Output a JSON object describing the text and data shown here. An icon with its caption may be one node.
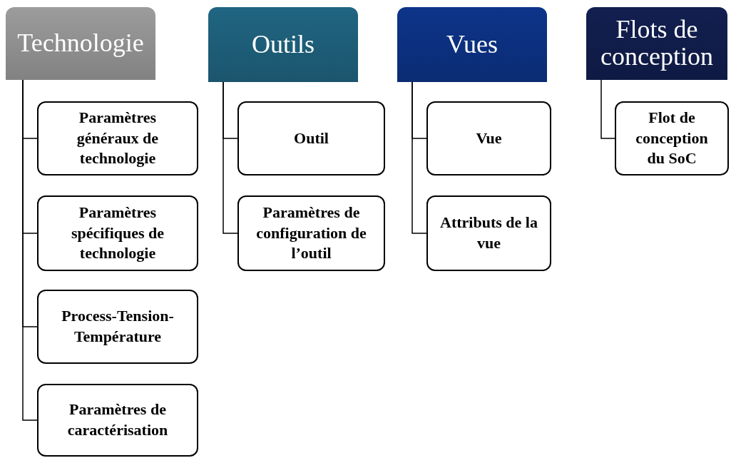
{
  "diagram": {
    "nodes": [
      {
        "text": [
          "Technologie"
        ]
      },
      {
        "text": [
          "Paramètres généraux de technologie"
        ]
      },
      {
        "text": [
          "Paramètres spécifiques de technologie"
        ]
      },
      {
        "text": [
          "Process-Tension-Température"
        ]
      },
      {
        "text": [
          "Paramètres de caractérisation"
        ]
      },
      {
        "text": [
          "Outils"
        ]
      },
      {
        "text": [
          "Outil"
        ]
      },
      {
        "text": [
          "Paramètres de configuration de l’outil"
        ]
      },
      {
        "text": [
          "Vues"
        ]
      },
      {
        "text": [
          "Vue"
        ]
      },
      {
        "text": [
          "Attributs de la vue"
        ]
      },
      {
        "text": [
          "Flots de conception"
        ]
      },
      {
        "text": [
          "Flot de conception du SoC"
        ]
      }
    ],
    "edges": [
      {
        "from": 0,
        "to": 1,
        "arrow": "none"
      },
      {
        "from": 0,
        "to": 2,
        "arrow": "none"
      },
      {
        "from": 0,
        "to": 3,
        "arrow": "none"
      },
      {
        "from": 0,
        "to": 4,
        "arrow": "none"
      },
      {
        "from": 5,
        "to": 6,
        "arrow": "none"
      },
      {
        "from": 5,
        "to": 7,
        "arrow": "none"
      },
      {
        "from": 8,
        "to": 9,
        "arrow": "none"
      },
      {
        "from": 8,
        "to": 10,
        "arrow": "none"
      },
      {
        "from": 11,
        "to": 12,
        "arrow": "none"
      }
    ]
  }
}
